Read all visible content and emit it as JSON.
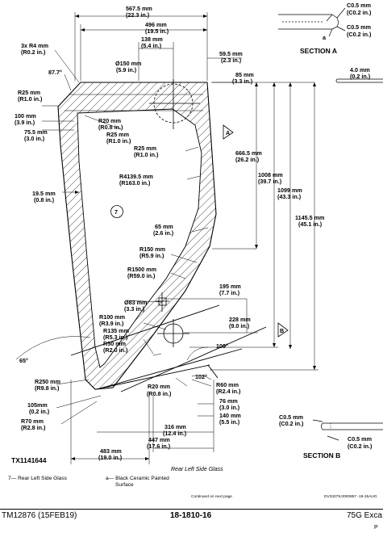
{
  "dimensions": {
    "d1": "567.5 mm",
    "d1b": "(22.3 in.)",
    "d2": "496 mm",
    "d2b": "(19.5 in.)",
    "d3": "138 mm",
    "d3b": "(5.4 in.)",
    "d4": "59.5 mm",
    "d4b": "(2.3 in.)",
    "d5": "85 mm",
    "d5b": "(3.3 in.)",
    "d6": "Ø150 mm",
    "d6b": "(5.9 in.)",
    "d7": "3x R4 mm",
    "d7b": "(R0.2 in.)",
    "d8": "87.7°",
    "d9": "R25 mm",
    "d9b": "(R1.0 in.)",
    "d10": "100 mm",
    "d10b": "(3.9 in.)",
    "d11": "75.5 mm",
    "d11b": "(3.0 in.)",
    "d12": "R20 mm",
    "d12b": "(R0.8 in.)",
    "d13": "R25 mm",
    "d13b": "(R1.0 in.)",
    "d14": "R25 mm",
    "d14b": "(R1.0 in.)",
    "d15": "666.5 mm",
    "d15b": "(26.2 in.)",
    "d16": "1008 mm",
    "d16b": "(39.7 in.)",
    "d17": "1099 mm",
    "d17b": "(43.3 in.)",
    "d18": "1145.5 mm",
    "d18b": "(45.1 in.)",
    "d19": "R4139.5 mm",
    "d19b": "(R163.0 in.)",
    "d20": "19.5 mm",
    "d20b": "(0.8 in.)",
    "d21": "65 mm",
    "d21b": "(2.6 in.)",
    "d22": "R150 mm",
    "d22b": "(R5.9 in.)",
    "d23": "R1500 mm",
    "d23b": "(R59.0 in.)",
    "d24": "195 mm",
    "d24b": "(7.7 in.)",
    "d25": "Ø83 mm",
    "d25b": "(3.3 in.)",
    "d26": "228 mm",
    "d26b": "(9.0 in.)",
    "d27": "R100 mm",
    "d27b": "(R3.9 in.)",
    "d28": "R135 mm",
    "d28b": "(R5.3 in.)",
    "d29": "R50 mm",
    "d29b": "(R2.0 in.)",
    "d30": "109°",
    "d31": "65°",
    "d32": "R250 mm",
    "d32b": "(R9.8 in.)",
    "d33": "102°",
    "d34": "R20 mm",
    "d34b": "(R0.8 in.)",
    "d35": "R60 mm",
    "d35b": "(R2.4 in.)",
    "d36": "76 mm",
    "d36b": "(3.0 in.)",
    "d37": "140 mm",
    "d37b": "(5.5 in.)",
    "d38": "105mm",
    "d38b": "(0.2 in.)",
    "d39": "R70 mm",
    "d39b": "(R2.8 in.)",
    "d40": "316 mm",
    "d40b": "(12.4 in.)",
    "d41": "447 mm",
    "d41b": "(17.6 in.)",
    "d42": "483 mm",
    "d42b": "(19.0 in.)"
  },
  "sections": {
    "a_top1": "C0.5 mm",
    "a_top1b": "(C0.2 in.)",
    "a_top2": "C0.5 mm",
    "a_top2b": "(C0.2 in.)",
    "a_letter": "a",
    "a_title": "SECTION A",
    "a_thk": "4.0 mm",
    "a_thkb": "(0.2 in.)",
    "b_c1": "C0.5 mm",
    "b_c1b": "(C0.2 in.)",
    "b_c2": "C0.5 mm",
    "b_c2b": "(C0.2 in.)",
    "b_title": "SECTION B",
    "marker_a": "A",
    "marker_b": "B"
  },
  "labels": {
    "callout_7": "7",
    "figure_id": "TX1141644",
    "figure_caption": "Rear Left Side Glass",
    "legend_7": "7— Rear Left Side Glass",
    "legend_a1": "a— Black Ceramic Painted",
    "legend_a2": "Surface",
    "continued": "Continued on next page",
    "source_id": "DV33279,0000857 -19-15AUG"
  },
  "footer": {
    "left": "TM12876 (15FEB19)",
    "center": "18-1810-16",
    "right": "75G Exca",
    "page_char": "P"
  }
}
